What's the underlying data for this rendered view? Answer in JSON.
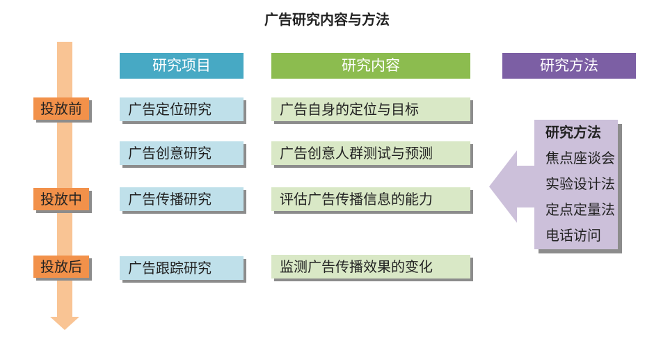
{
  "title": "广告研究内容与方法",
  "headers": {
    "project": "研究项目",
    "content": "研究内容",
    "method": "研究方法"
  },
  "stages": [
    "投放前",
    "投放中",
    "投放后"
  ],
  "projects": [
    "广告定位研究",
    "广告创意研究",
    "广告传播研究",
    "广告跟踪研究"
  ],
  "contents": [
    "广告自身的定位与目标",
    "广告创意人群测试与预测",
    "评估广告传播信息的能力",
    "监测广告传播效果的变化"
  ],
  "methods_box": {
    "title": "研究方法",
    "items": [
      "焦点座谈会",
      "实验设计法",
      "定点定量法",
      "电话访问"
    ]
  },
  "colors": {
    "header_project": "#47a9c4",
    "header_content": "#8cbc4f",
    "header_method": "#7c5fa4",
    "stage": "#f2914a",
    "timeline_arrow": "#f9c494",
    "method_arrow": "#ccc0da"
  }
}
